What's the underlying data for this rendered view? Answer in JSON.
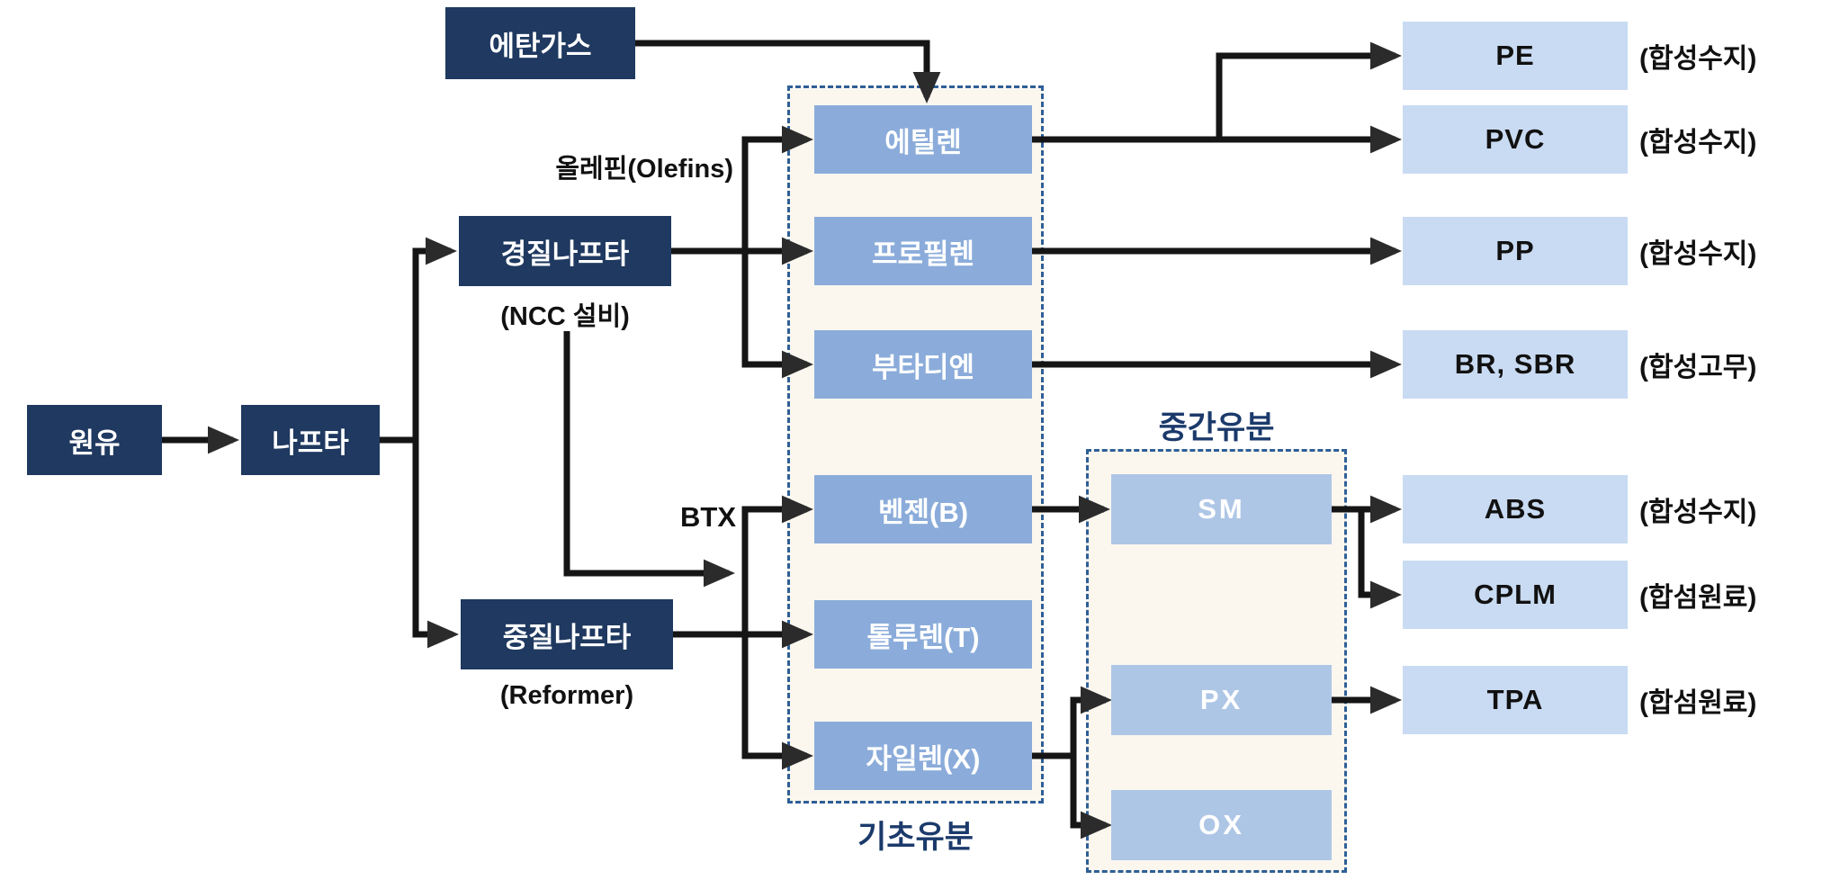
{
  "diagram": {
    "feedstock": {
      "crude_oil": "원유",
      "naphtha": "나프타",
      "ethane_gas": "에탄가스",
      "light_naphtha": {
        "label": "경질나프타",
        "facility": "(NCC 설비)"
      },
      "heavy_naphtha": {
        "label": "중질나프타",
        "facility": "(Reformer)"
      }
    },
    "annotations": {
      "olefins": "올레핀(Olefins)",
      "btx": "BTX"
    },
    "basic_fractions": {
      "group_label": "기초유분",
      "items": [
        "에틸렌",
        "프로필렌",
        "부타디엔",
        "벤젠(B)",
        "톨루렌(T)",
        "자일렌(X)"
      ]
    },
    "intermediate_fractions": {
      "group_label": "중간유분",
      "items": [
        "SM",
        "PX",
        "OX"
      ]
    },
    "products": [
      {
        "name": "PE",
        "category": "(합성수지)"
      },
      {
        "name": "PVC",
        "category": "(합성수지)"
      },
      {
        "name": "PP",
        "category": "(합성수지)"
      },
      {
        "name": "BR, SBR",
        "category": "(합성고무)"
      },
      {
        "name": "ABS",
        "category": "(합성수지)"
      },
      {
        "name": "CPLM",
        "category": "(합섬원료)"
      },
      {
        "name": "TPA",
        "category": "(합섬원료)"
      }
    ],
    "colors": {
      "navy_box": "#1F3960",
      "basic_box": "#8BACDA",
      "intermediate_box": "#AEC6E6",
      "product_box": "#C9DBF2",
      "group_background": "#FBF7EF",
      "dashed_border": "#2E5F97",
      "group_label_text": "#1B3A6B",
      "line": "#151515"
    }
  }
}
